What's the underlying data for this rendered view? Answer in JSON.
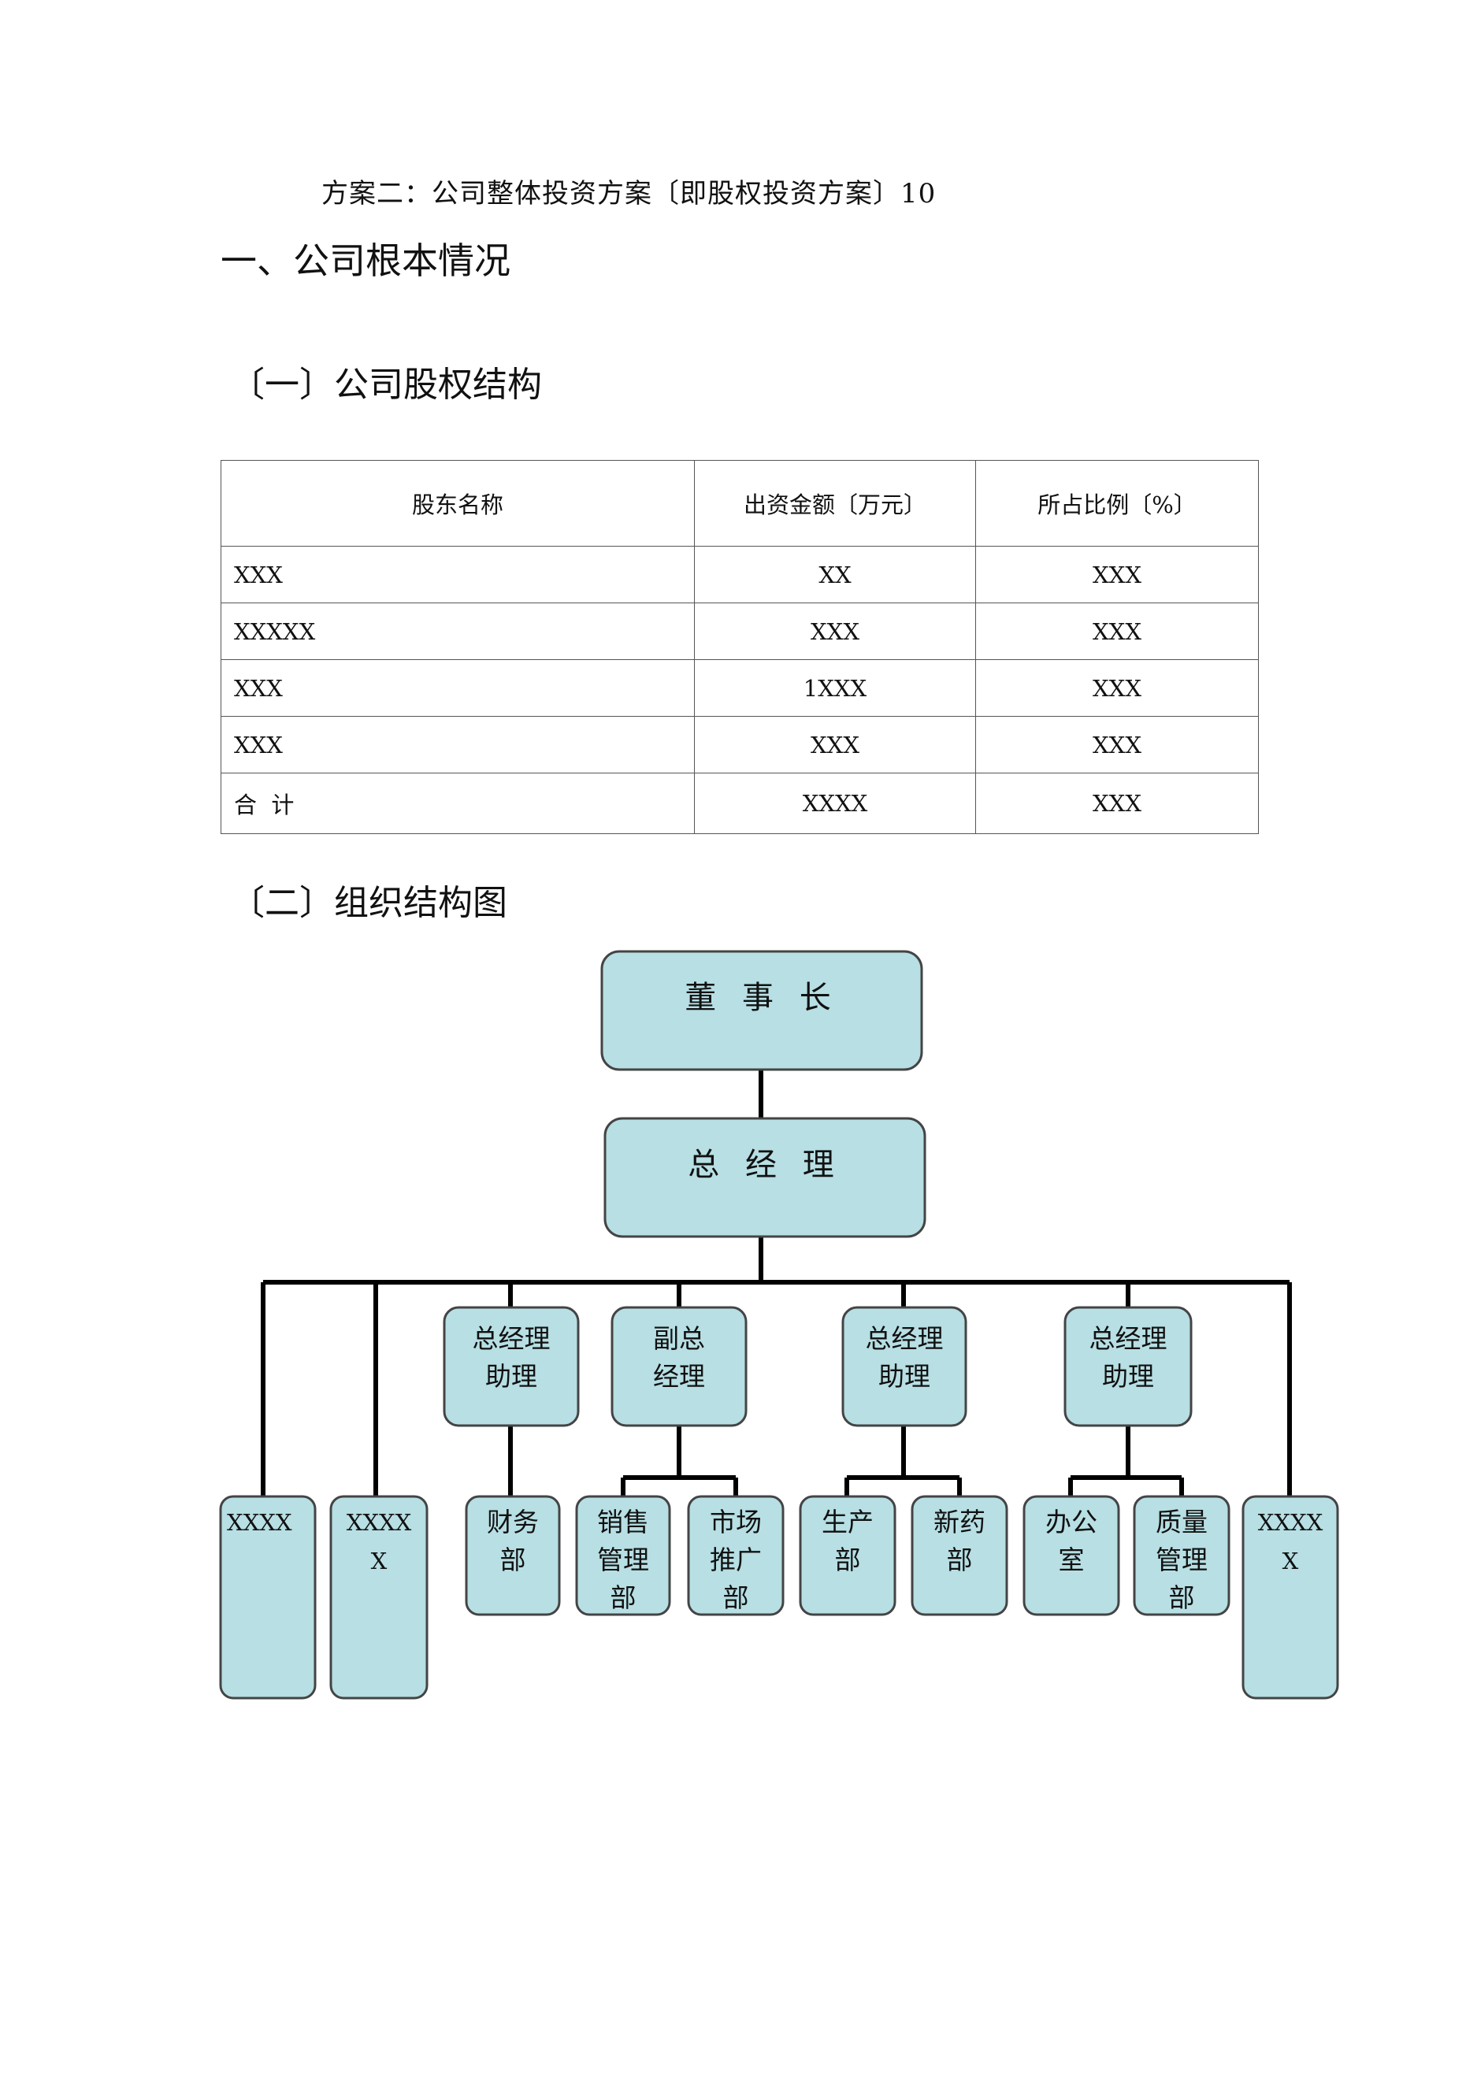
{
  "document": {
    "title": "方案二：公司整体投资方案〔即股权投资方案〕10",
    "section_1": "一、公司根本情况",
    "subsection_1": "〔一〕公司股权结构",
    "subsection_2": "〔二〕组织结构图"
  },
  "equity_table": {
    "headers": [
      "股东名称",
      "出资金额〔万元〕",
      "所占比例〔%〕"
    ],
    "rows": [
      [
        "XXX",
        "XX",
        "XXX"
      ],
      [
        "XXXXX",
        "XXX",
        "XXX"
      ],
      [
        "XXX",
        "1XXX",
        "XXX"
      ],
      [
        "XXX",
        "XXX",
        "XXX"
      ],
      [
        "合  计",
        "XXXX",
        "XXX"
      ]
    ]
  },
  "org_chart": {
    "chairman": [
      "董 事 长"
    ],
    "general_manager": [
      "总 经 理"
    ],
    "second_level": [
      [
        "总经理",
        "助理"
      ],
      [
        "副总",
        "经理"
      ],
      [
        "总经理",
        "助理"
      ],
      [
        "总经理",
        "助理"
      ]
    ],
    "departments": [
      [
        "XXXX"
      ],
      [
        "XXXX",
        "X"
      ],
      [
        "财务",
        "部"
      ],
      [
        "销售",
        "管理",
        "部"
      ],
      [
        "市场",
        "推广",
        "部"
      ],
      [
        "生产",
        "部"
      ],
      [
        "新药",
        "部"
      ],
      [
        "办公",
        "室"
      ],
      [
        "质量",
        "管理",
        "部"
      ],
      [
        "XXXX",
        "X"
      ]
    ]
  }
}
